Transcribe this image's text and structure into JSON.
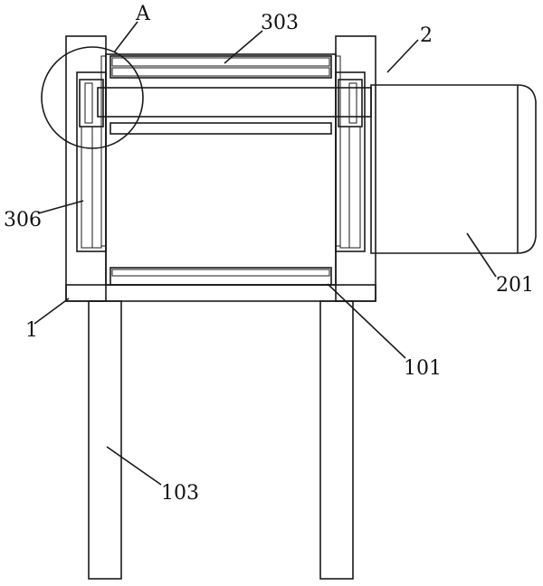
{
  "figure": {
    "labels": {
      "detail": "A",
      "top_roller": "303",
      "motor_unit": "2",
      "spring": "306",
      "motor": "201",
      "frame": "1",
      "bottom_pad": "101",
      "leg": "103"
    }
  },
  "colors": {
    "line": "#1a1a1a",
    "background": "#ffffff"
  }
}
